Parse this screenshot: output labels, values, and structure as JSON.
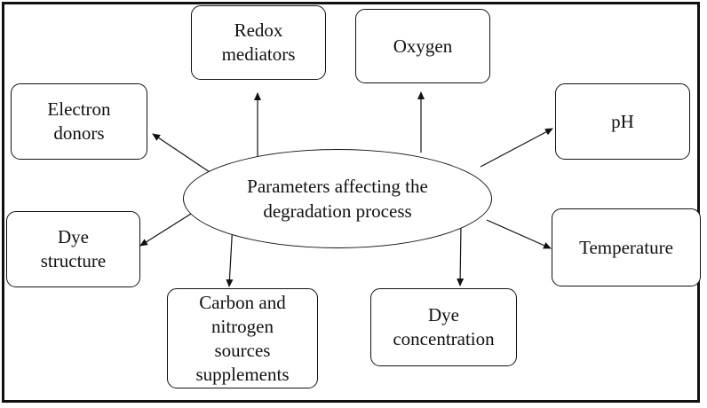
{
  "center": {
    "text": "Parameters affecting the\ndegradation process"
  },
  "factors": {
    "redox_mediators": "Redox\nmediators",
    "oxygen": "Oxygen",
    "electron_donors": "Electron\ndonors",
    "ph": "pH",
    "dye_structure": "Dye\nstructure",
    "temperature": "Temperature",
    "carbon_nitrogen": "Carbon and\nnitrogen\nsources\nsupplements",
    "dye_concentration": "Dye\nconcentration"
  },
  "colors": {
    "line": "#111111",
    "background": "#ffffff"
  }
}
